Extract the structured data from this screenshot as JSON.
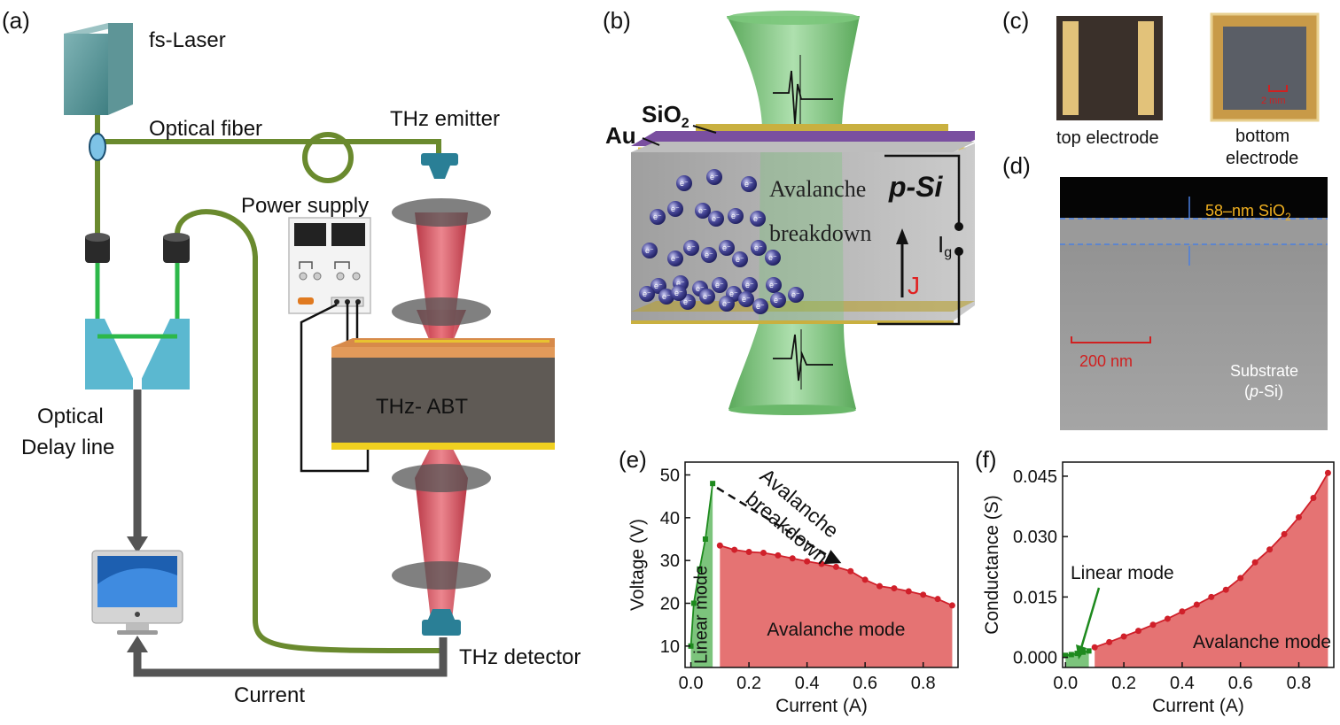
{
  "panel_labels": [
    "(a)",
    "(b)",
    "(c)",
    "(d)",
    "(e)",
    "(f)"
  ],
  "setup": {
    "laser": "fs-Laser",
    "fiber": "Optical fiber",
    "emitter": "THz emitter",
    "power_supply": "Power supply",
    "delay_line": [
      "Optical",
      "Delay line"
    ],
    "abt": "THz- ABT",
    "detector": "THz detector",
    "current": "Current"
  },
  "device": {
    "sio2_main": "SiO",
    "sio2_sub": "2",
    "au": "Au",
    "avalanche": "Avalanche",
    "breakdown": "breakdown",
    "psi": "p-Si",
    "ig_main": "I",
    "ig_sub": "g",
    "j": "J",
    "electron": "e"
  },
  "photos": {
    "top": "top electrode",
    "bottom": [
      "bottom",
      "electrode"
    ],
    "scale": "2 mm"
  },
  "sem": {
    "layer_main": "58–nm SiO",
    "layer_sub": "2",
    "scalebar": "200 nm",
    "substrate": "Substrate",
    "substrate2_open": "(",
    "substrate2_italic": "p",
    "substrate2_close": "-Si)"
  },
  "colors": {
    "fiber": "#6a8a2e",
    "beam": "#c0303a",
    "green_beam": "#5bb85a",
    "avalanche_fill": "#e57373",
    "linear_fill": "#7cc47c",
    "red_series": "#d0202a",
    "green_series": "#1e8a1e"
  },
  "chart_data": [
    {
      "type": "line",
      "panel": "(e)",
      "xlabel": "Current (A)",
      "ylabel": "Voltage (V)",
      "xlim": [
        -0.02,
        0.92
      ],
      "ylim": [
        5,
        53
      ],
      "xticks": [
        "0.0",
        "0.2",
        "0.4",
        "0.6",
        "0.8"
      ],
      "yticks": [
        "10",
        "20",
        "30",
        "40",
        "50"
      ],
      "annotations": [
        "Avalanche",
        "breakdown",
        "Linear mode",
        "Avalanche mode"
      ],
      "series": [
        {
          "mode": "linear",
          "x": [
            0.0,
            0.01,
            0.03,
            0.05,
            0.075
          ],
          "y": [
            10,
            20,
            28,
            35,
            48
          ]
        },
        {
          "mode": "avalanche",
          "x": [
            0.1,
            0.15,
            0.2,
            0.25,
            0.3,
            0.35,
            0.4,
            0.45,
            0.5,
            0.55,
            0.6,
            0.65,
            0.7,
            0.75,
            0.8,
            0.85,
            0.9
          ],
          "y": [
            33.5,
            32.5,
            32,
            31.8,
            31.2,
            30.5,
            29.8,
            29.2,
            28.5,
            27.5,
            25.5,
            24,
            23.5,
            22.8,
            22,
            21,
            19.5
          ]
        }
      ]
    },
    {
      "type": "line",
      "panel": "(f)",
      "xlabel": "Current (A)",
      "ylabel": "Conductance (S)",
      "xlim": [
        -0.01,
        0.92
      ],
      "ylim": [
        -0.0025,
        0.0485
      ],
      "xticks": [
        "0.0",
        "0.2",
        "0.4",
        "0.6",
        "0.8"
      ],
      "yticks": [
        "0.000",
        "0.015",
        "0.030",
        "0.045"
      ],
      "annotations": [
        "Linear mode",
        "Avalanche mode"
      ],
      "series": [
        {
          "mode": "linear",
          "x": [
            0.0,
            0.02,
            0.04,
            0.06,
            0.08
          ],
          "y": [
            0.0005,
            0.0007,
            0.001,
            0.0013,
            0.0016
          ]
        },
        {
          "mode": "avalanche",
          "x": [
            0.1,
            0.15,
            0.2,
            0.25,
            0.3,
            0.35,
            0.4,
            0.45,
            0.5,
            0.55,
            0.6,
            0.65,
            0.7,
            0.75,
            0.8,
            0.85,
            0.9
          ],
          "y": [
            0.0025,
            0.0038,
            0.0052,
            0.0066,
            0.0081,
            0.0096,
            0.0114,
            0.0131,
            0.015,
            0.0168,
            0.0197,
            0.0236,
            0.0268,
            0.0306,
            0.0348,
            0.0396,
            0.0458
          ]
        }
      ]
    }
  ]
}
